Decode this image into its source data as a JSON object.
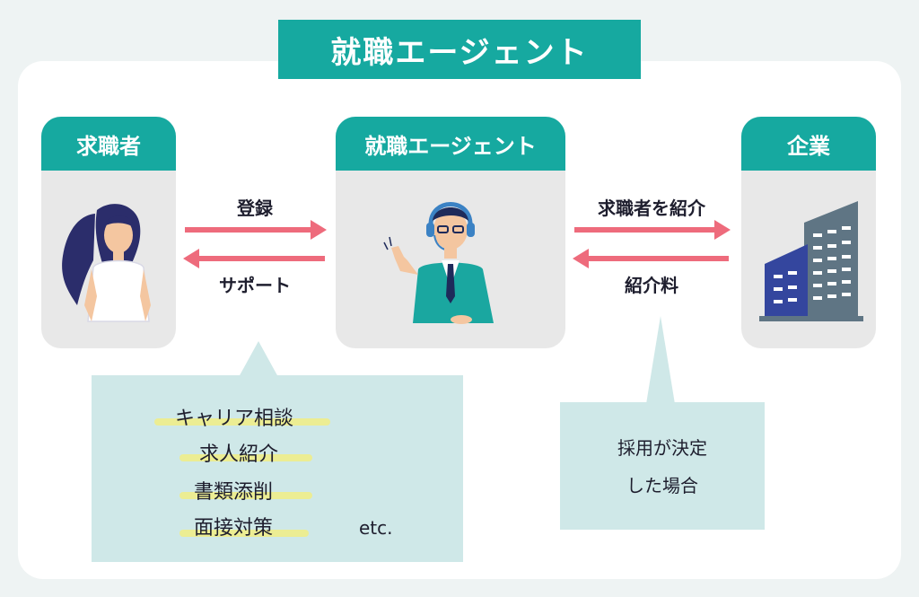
{
  "title": "就職エージェント",
  "nodes": {
    "seeker": "求職者",
    "agent": "就職エージェント",
    "company": "企業"
  },
  "flows": {
    "register": "登録",
    "support": "サポート",
    "introduce": "求職者を紹介",
    "fee": "紹介料"
  },
  "services": [
    "キャリア相談",
    "求人紹介",
    "書類添削",
    "面接対策"
  ],
  "services_etc": "etc.",
  "hire_note": {
    "line1": "採用が決定",
    "line2": "した場合"
  },
  "colors": {
    "accent": "#16a9a0",
    "arrow": "#ee6b7c",
    "bubble": "#cfe8e8",
    "highlight": "#eeed8a",
    "card": "#e8e8e8"
  }
}
